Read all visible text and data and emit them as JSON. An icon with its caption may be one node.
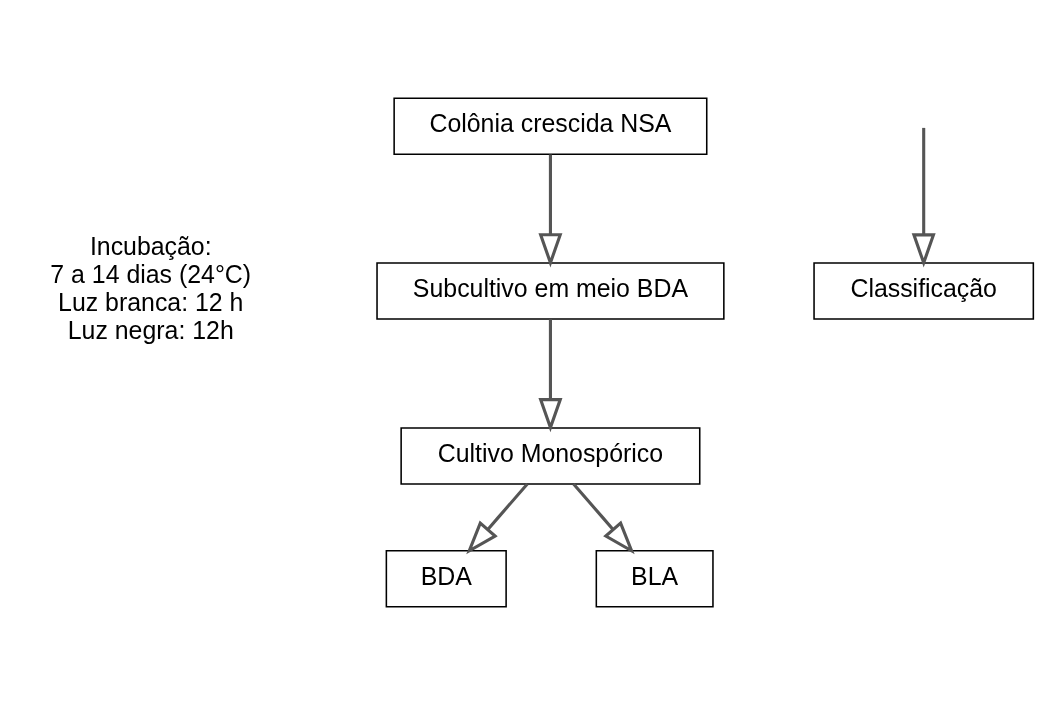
{
  "diagram": {
    "nodes": [
      {
        "text": [
          "Colônia crescida NSA"
        ]
      },
      {
        "text": [
          "Subcultivo em meio BDA"
        ]
      },
      {
        "text": [
          "Cultivo Monospórico"
        ]
      },
      {
        "text": [
          "BDA"
        ]
      },
      {
        "text": [
          "BLA"
        ]
      },
      {
        "text": [
          "Classificação"
        ]
      }
    ],
    "edges": [
      {
        "from": 0,
        "to": 1,
        "arrow": "to"
      },
      {
        "from": 1,
        "to": 2,
        "arrow": "to"
      },
      {
        "from": 2,
        "to": 3,
        "arrow": "to"
      },
      {
        "from": 2,
        "to": 4,
        "arrow": "to"
      },
      {
        "from": null,
        "to": 5,
        "arrow": "to"
      }
    ],
    "labels": [
      "Incubação:",
      "7 a 14 dias (24°C)",
      "Luz branca: 12 h",
      "Luz negra: 12h"
    ]
  }
}
